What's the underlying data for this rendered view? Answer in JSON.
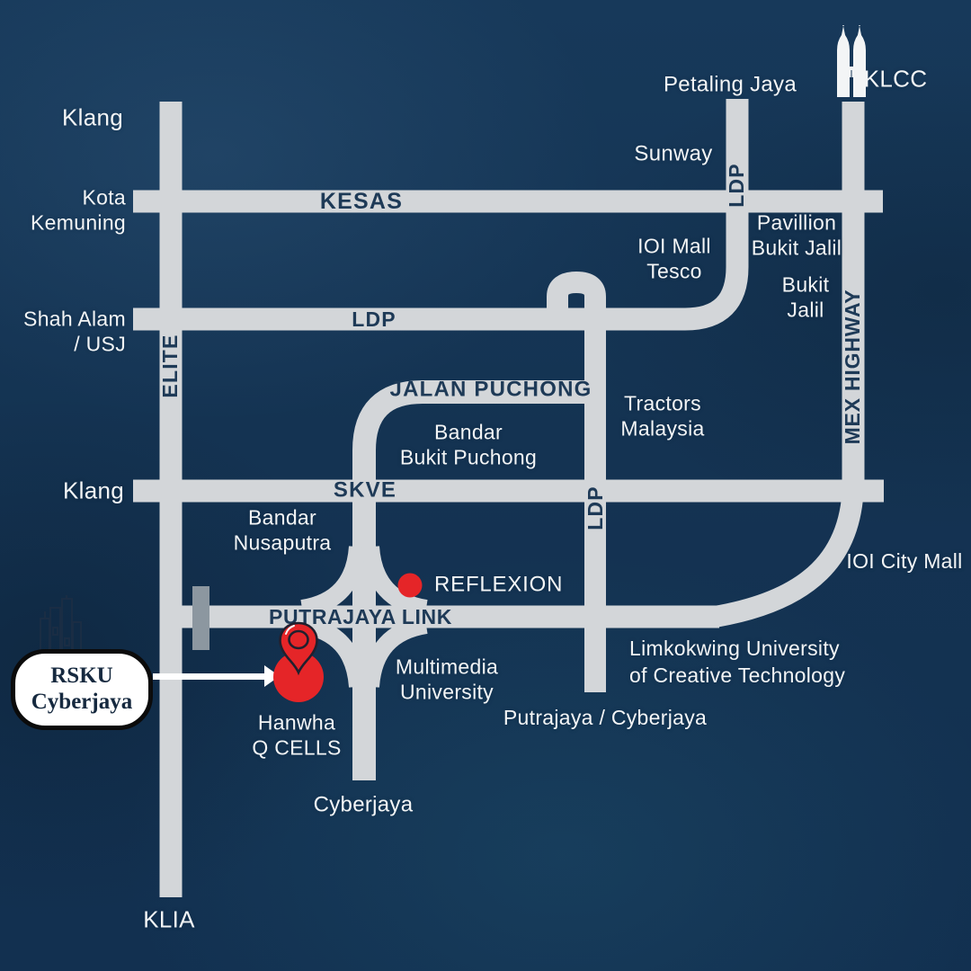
{
  "title_text": "RSKU Cyberjaya location map",
  "colors": {
    "background": "#143352",
    "road": "#d3d6d9",
    "road_text": "#1e3a57",
    "place_text": "#f3f5f6",
    "accent_red": "#e52528",
    "pin_outline": "#20202e",
    "toll_gray": "#8c97a0",
    "callout_bg": "#ffffff",
    "callout_border": "#0b0b0b",
    "callout_text": "#16293f"
  },
  "roads": {
    "kesas": {
      "label": "KESAS"
    },
    "ldp_upper_horizontal": {
      "label": "LDP"
    },
    "ldp_upper_vertical": {
      "label": "LDP"
    },
    "ldp_lower_vertical": {
      "label": "LDP"
    },
    "elite": {
      "label": "ELITE"
    },
    "skve": {
      "label": "SKVE"
    },
    "jalan_puchong": {
      "label": "JALAN PUCHONG"
    },
    "putrajaya_link": {
      "label": "PUTRAJAYA LINK"
    },
    "mex_highway": {
      "label": "MEX HIGHWAY"
    }
  },
  "places": {
    "klang_north": {
      "text": "Klang"
    },
    "kota_kemuning": {
      "text": "Kota\nKemuning"
    },
    "petaling_jaya": {
      "text": "Petaling Jaya"
    },
    "sunway": {
      "text": "Sunway"
    },
    "klcc": {
      "text": "KLCC"
    },
    "ioi_mall_tesco": {
      "text": "IOI Mall\nTesco"
    },
    "pavillion_bukit_jalil": {
      "text": "Pavillion\nBukit Jalil"
    },
    "bukit_jalil": {
      "text": "Bukit\nJalil"
    },
    "shah_alam_usj": {
      "text": "Shah Alam\n/ USJ"
    },
    "bandar_bukit_puchong": {
      "text": "Bandar\nBukit Puchong"
    },
    "tractors_malaysia": {
      "text": "Tractors\nMalaysia"
    },
    "klang_west": {
      "text": "Klang"
    },
    "bandar_nusaputra": {
      "text": "Bandar\nNusaputra"
    },
    "ioi_city_mall": {
      "text": "IOI City Mall"
    },
    "reflexion": {
      "text": "REFLEXION"
    },
    "limkokwing": {
      "text": "Limkokwing University\nof Creative Technology"
    },
    "multimedia_university": {
      "text": "Multimedia\nUniversity"
    },
    "putrajaya_cyberjaya": {
      "text": "Putrajaya / Cyberjaya"
    },
    "hanwha_qcells": {
      "text": "Hanwha\nQ CELLS"
    },
    "cyberjaya": {
      "text": "Cyberjaya"
    },
    "klia": {
      "text": "KLIA"
    }
  },
  "callout": {
    "text": "RSKU\nCyberjaya"
  }
}
